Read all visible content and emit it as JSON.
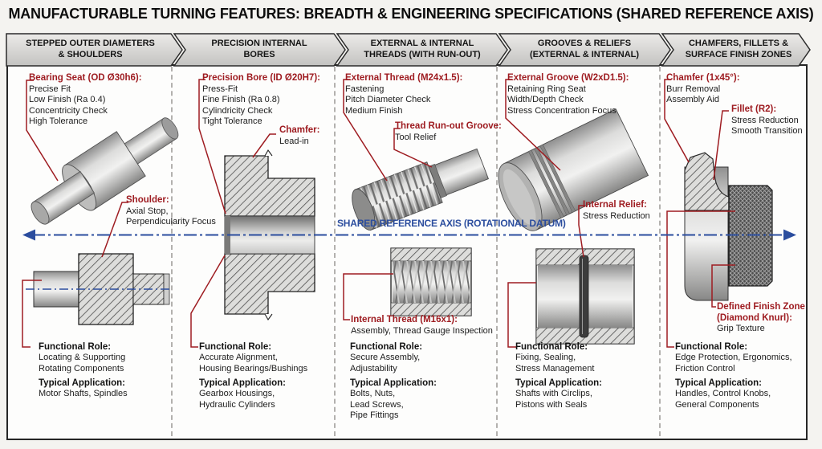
{
  "title": "MANUFACTURABLE TURNING FEATURES: BREADTH & ENGINEERING SPECIFICATIONS (SHARED REFERENCE AXIS)",
  "axis_label": "SHARED REFERENCE AXIS (ROTATIONAL DATUM)",
  "labels": {
    "functional_role": "Functional Role:",
    "typical_application": "Typical Application:"
  },
  "colors": {
    "annotation_red": "#9e1c21",
    "axis_blue": "#2b4d9e",
    "header_fill": "#d8d8d6",
    "border_dark": "#262626"
  },
  "columns": [
    {
      "header_lines": [
        "STEPPED OUTER DIAMETERS",
        "& SHOULDERS"
      ],
      "callouts": [
        {
          "title": "Bearing Seat (OD Ø30h6):",
          "body": "Precise Fit\nLow Finish (Ra 0.4)\nConcentricity Check\nHigh Tolerance"
        },
        {
          "title": "Shoulder:",
          "body": "Axial Stop,\nPerpendicularity Focus"
        }
      ],
      "functional_role": "Locating & Supporting\nRotating Components",
      "typical_application": "Motor Shafts, Spindles"
    },
    {
      "header_lines": [
        "PRECISION INTERNAL",
        "BORES"
      ],
      "callouts": [
        {
          "title": "Precision Bore (ID Ø20H7):",
          "body": "Press-Fit\nFine Finish (Ra 0.8)\nCylindricity Check\nTight Tolerance"
        },
        {
          "title": "Chamfer:",
          "body": "Lead-in"
        }
      ],
      "functional_role": "Accurate Alignment,\nHousing Bearings/Bushings",
      "typical_application": "Gearbox Housings,\nHydraulic Cylinders"
    },
    {
      "header_lines": [
        "EXTERNAL & INTERNAL",
        "THREADS (WITH RUN-OUT)"
      ],
      "callouts": [
        {
          "title": "External Thread (M24x1.5):",
          "body": "Fastening\nPitch Diameter Check\nMedium Finish"
        },
        {
          "title": "Thread Run-out Groove:",
          "body": "Tool Relief"
        },
        {
          "title": "Internal Thread (M16x1):",
          "body": "Assembly, Thread Gauge Inspection"
        }
      ],
      "functional_role": "Secure Assembly,\nAdjustability",
      "typical_application": "Bolts, Nuts,\nLead Screws,\nPipe Fittings"
    },
    {
      "header_lines": [
        "GROOVES & RELIEFS",
        "(EXTERNAL & INTERNAL)"
      ],
      "callouts": [
        {
          "title": "External Groove (W2xD1.5):",
          "body": "Retaining Ring Seat\nWidth/Depth Check\nStress Concentration Focus"
        },
        {
          "title": "Internal Relief:",
          "body": "Stress Reduction"
        }
      ],
      "functional_role": "Fixing, Sealing,\nStress Management",
      "typical_application": "Shafts with Circlips,\nPistons with Seals"
    },
    {
      "header_lines": [
        "CHAMFERS, FILLETS &",
        "SURFACE FINISH ZONES"
      ],
      "callouts": [
        {
          "title": "Chamfer (1x45°):",
          "body": "Burr Removal\nAssembly Aid"
        },
        {
          "title": "Fillet (R2):",
          "body": "Stress Reduction\nSmooth Transition"
        },
        {
          "title": "Defined Finish Zone\n(Diamond Knurl):",
          "body": "Grip Texture"
        }
      ],
      "functional_role": "Edge Protection, Ergonomics,\nFriction Control",
      "typical_application": "Handles, Control Knobs,\nGeneral Components"
    }
  ]
}
